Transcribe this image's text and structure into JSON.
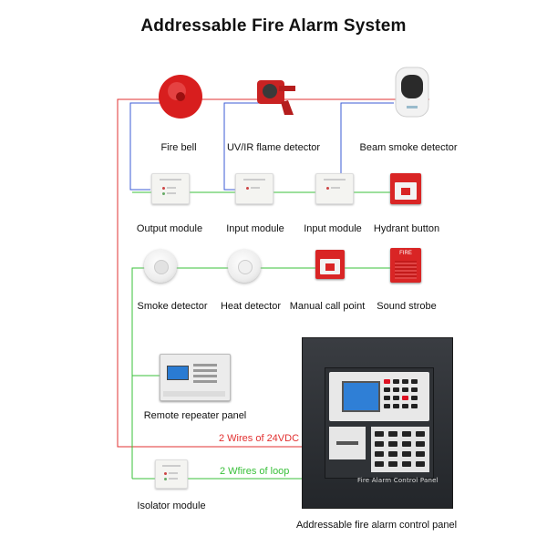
{
  "title": "Addressable Fire Alarm System",
  "devices": {
    "fire_bell": "Fire bell",
    "flame_detector": "UV/IR flame detector",
    "beam_smoke_detector": "Beam smoke detector",
    "output_module": "Output module",
    "input_module_1": "Input module",
    "input_module_2": "Input module",
    "hydrant_button": "Hydrant button",
    "smoke_detector": "Smoke detector",
    "heat_detector": "Heat detector",
    "manual_call_point": "Manual call point",
    "sound_strobe": "Sound strobe",
    "remote_repeater_panel": "Remote repeater panel",
    "isolator_module": "Isolator module",
    "control_panel": "Addressable fire alarm control panel"
  },
  "panel_plate": "Fire Alarm Control Panel",
  "strobe_text": "FIRE",
  "wires": {
    "power_label": "2 Wires of 24VDC",
    "loop_label": "2 Wfires of loop"
  },
  "colors": {
    "power_wire": "#e23030",
    "loop_wire": "#39c03a",
    "signal_wire": "#3b5bd6"
  }
}
